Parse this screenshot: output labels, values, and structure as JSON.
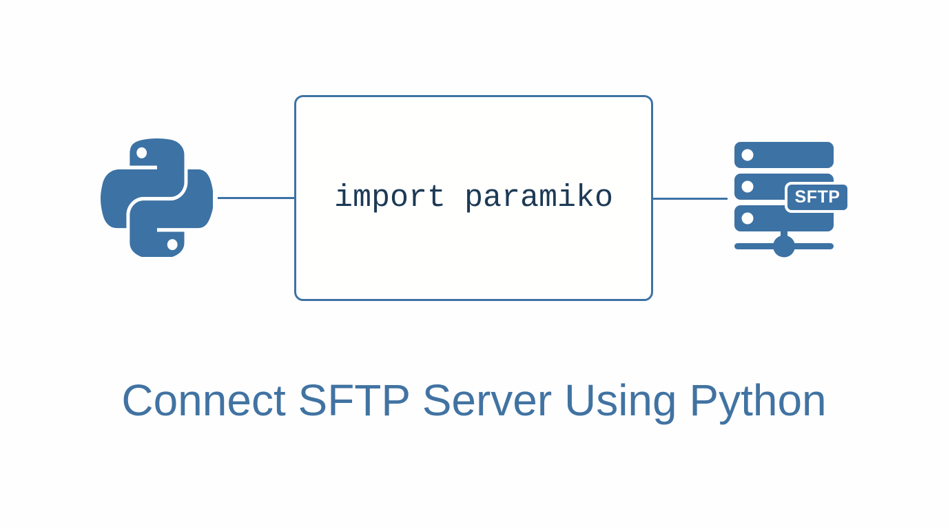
{
  "diagram": {
    "code_box": {
      "code": "import paramiko"
    },
    "sftp_badge": {
      "label": "SFTP"
    },
    "title": "Connect SFTP Server Using Python"
  },
  "icons": {
    "python_logo": "python-logo-icon",
    "sftp_server": "sftp-server-icon"
  },
  "colors": {
    "accent_blue": "#3d72a4",
    "code_text": "#1d3a55",
    "title_blue": "#4173a2",
    "badge_text": "#ffffff",
    "background": "#fefefe"
  }
}
